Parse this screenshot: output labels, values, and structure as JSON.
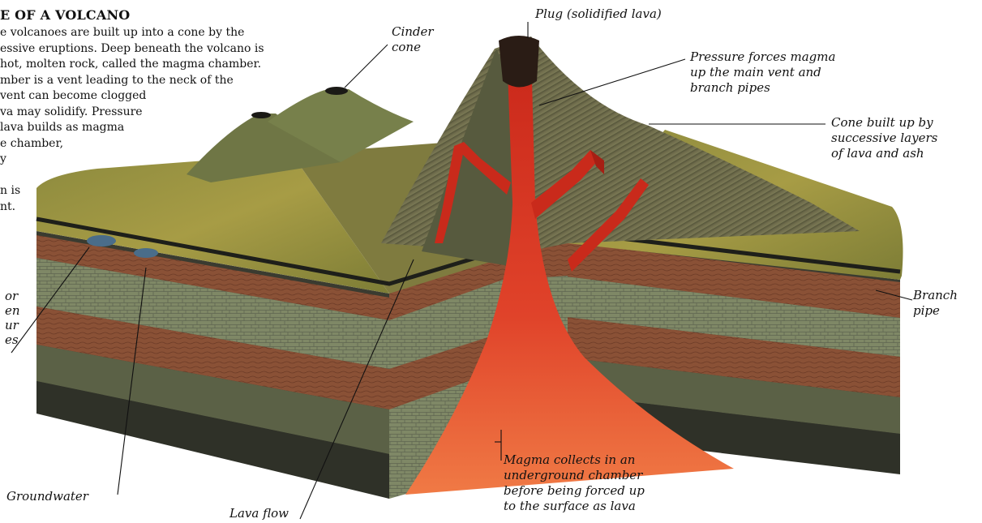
{
  "heading": "E OF A VOLCANO",
  "intro_lines": [
    "e volcanoes are built up into a cone by the",
    "essive eruptions. Deep beneath the volcano is",
    "hot, molten rock, called the magma chamber.",
    "mber is a vent leading to the neck of the",
    "vent can become clogged",
    "va may solidify. Pressure",
    "lava builds as magma",
    "e chamber,",
    "y",
    "",
    "n is",
    "nt."
  ],
  "left_fragment_lines": [
    "or",
    "en",
    "ur",
    "es"
  ],
  "labels": {
    "plug": "Plug (solidified lava)",
    "cinder_cone": [
      "Cinder",
      "cone"
    ],
    "pressure": [
      "Pressure forces magma",
      "up the main vent and",
      "branch pipes"
    ],
    "cone_built": [
      "Cone built up by",
      "successive layers",
      "of lava and ash"
    ],
    "branch_pipe": [
      "Branch",
      "pipe"
    ],
    "magma_collects": [
      "Magma collects in an",
      "underground chamber",
      "before being forced up",
      "to the surface as lava"
    ],
    "groundwater": "Groundwater",
    "lava_flow": "Lava flow"
  },
  "colors": {
    "magma": "#d6321c",
    "magma_light": "#ef6a3a",
    "grass": "#8e8e3a",
    "cone": "#6f6a4a",
    "rock_brick": "#7c8563",
    "rock_brown": "#8a4f35",
    "rock_dark": "#37392e"
  }
}
